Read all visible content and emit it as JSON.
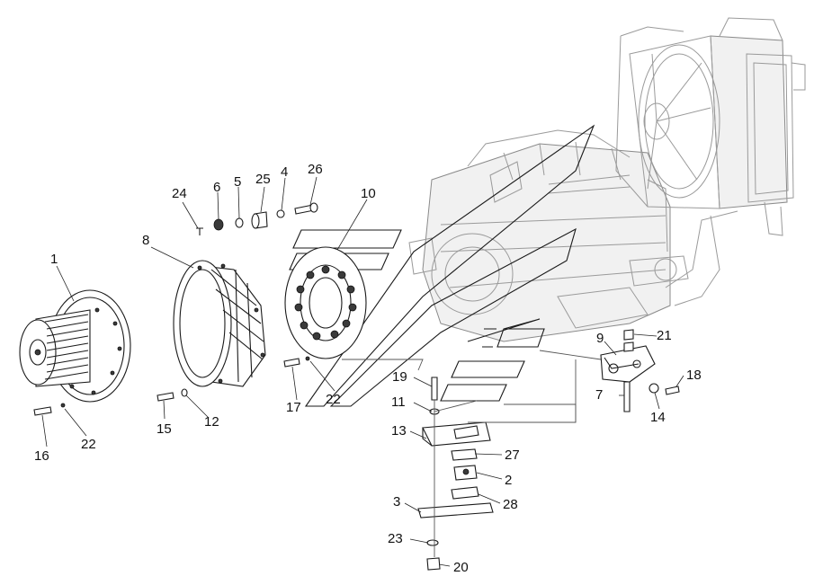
{
  "callouts": [
    {
      "id": "1",
      "label": "1"
    },
    {
      "id": "2",
      "label": "2"
    },
    {
      "id": "3",
      "label": "3"
    },
    {
      "id": "4",
      "label": "4"
    },
    {
      "id": "5",
      "label": "5"
    },
    {
      "id": "6",
      "label": "6"
    },
    {
      "id": "7",
      "label": "7"
    },
    {
      "id": "8",
      "label": "8"
    },
    {
      "id": "9",
      "label": "9"
    },
    {
      "id": "10",
      "label": "10"
    },
    {
      "id": "11",
      "label": "11"
    },
    {
      "id": "12",
      "label": "12"
    },
    {
      "id": "13",
      "label": "13"
    },
    {
      "id": "14",
      "label": "14"
    },
    {
      "id": "15",
      "label": "15"
    },
    {
      "id": "16",
      "label": "16"
    },
    {
      "id": "17",
      "label": "17"
    },
    {
      "id": "18",
      "label": "18"
    },
    {
      "id": "19",
      "label": "19"
    },
    {
      "id": "20",
      "label": "20"
    },
    {
      "id": "21",
      "label": "21"
    },
    {
      "id": "22a",
      "label": "22"
    },
    {
      "id": "22b",
      "label": "22"
    },
    {
      "id": "23",
      "label": "23"
    },
    {
      "id": "24",
      "label": "24"
    },
    {
      "id": "25",
      "label": "25"
    },
    {
      "id": "26",
      "label": "26"
    },
    {
      "id": "27",
      "label": "27"
    },
    {
      "id": "28",
      "label": "28"
    }
  ]
}
